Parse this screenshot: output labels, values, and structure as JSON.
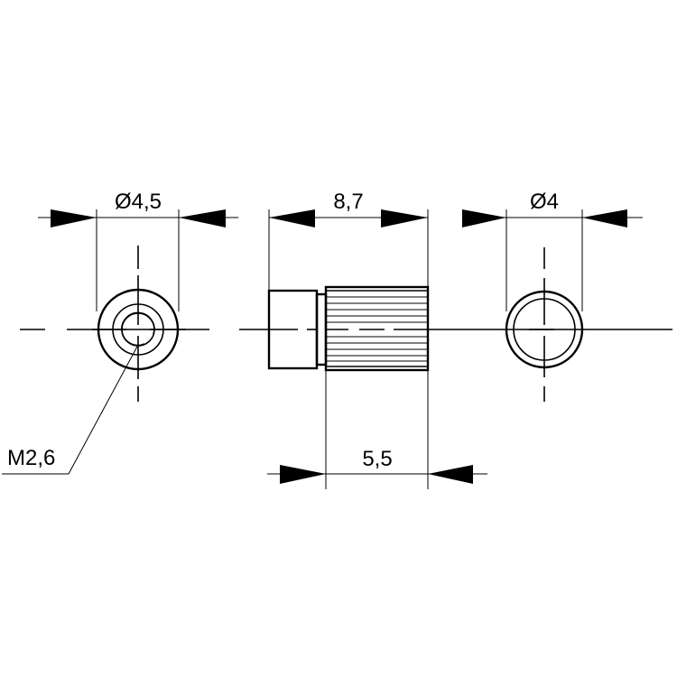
{
  "dimensions": {
    "left_outer_diameter": "Ø4,5",
    "total_length": "8,7",
    "right_diameter": "Ø4",
    "knurled_length": "5,5",
    "thread_label": "M2,6"
  },
  "colors": {
    "line": "#000000",
    "background": "#ffffff"
  }
}
